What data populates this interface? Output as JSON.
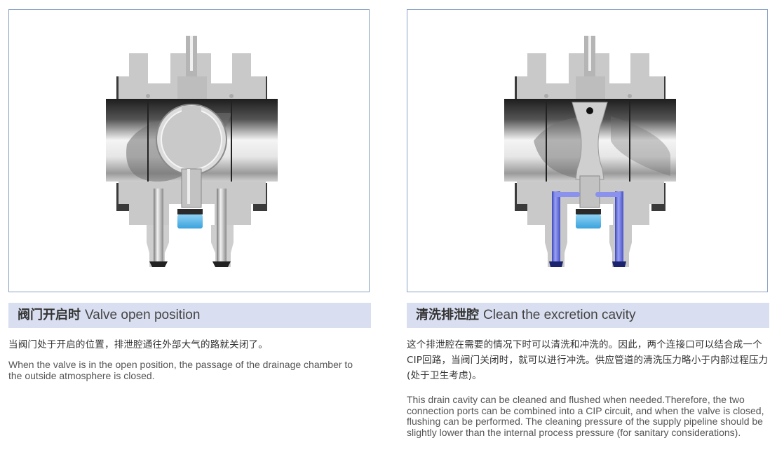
{
  "panels": [
    {
      "id": "valve-open",
      "title_zh": "阀门开启时",
      "title_en": "Valve open position",
      "text_zh": "当阀门处于开启的位置，排泄腔通往外部大气的路就关闭了。",
      "text_en": "When the valve is in the open position, the passage of the drainage chamber to the outside atmosphere is closed.",
      "illustration": "valve-cross-section-open"
    },
    {
      "id": "clean-cavity",
      "title_zh": "清洗排泄腔",
      "title_en": "Clean the excretion cavity",
      "text_zh": "这个排泄腔在需要的情况下时可以清洗和冲洗的。因此，两个连接口可以结合成一个CIP回路，当阀门关闭时，就可以进行冲洗。供应管道的清洗压力略小于内部过程压力(处于卫生考虑)。",
      "text_en": "This drain cavity can be cleaned and flushed when needed.Therefore, the two connection ports can be combined into a CIP circuit, and when the valve is closed, flushing can be performed. The cleaning pressure of the supply pipeline should be slightly lower than the internal process pressure (for sanitary considerations).",
      "illustration": "valve-cross-section-cip-flushing"
    }
  ],
  "colors": {
    "frame_border": "#8aa3c8",
    "header_band": "#d9dff0",
    "body_grey": "#c8c8c8",
    "seal_blue": "#5fb8e8",
    "cip_flow_blue": "#6f78e0"
  }
}
